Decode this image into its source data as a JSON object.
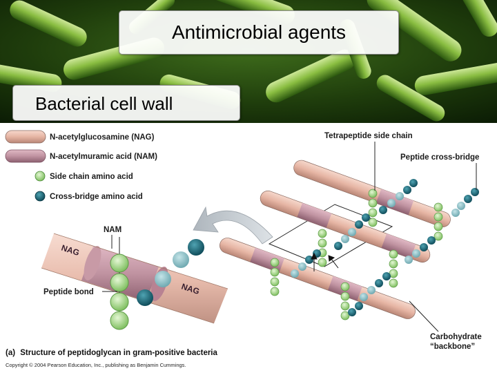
{
  "title": "Antimicrobial agents",
  "subtitle": "Bacterial cell wall",
  "legend": [
    {
      "label": "N-acetylglucosamine (NAG)",
      "color": "#ebbfb0"
    },
    {
      "label": "N-acetylmuramic acid (NAM)",
      "color": "#c99aa8"
    },
    {
      "label": "Side chain amino acid",
      "color": "#a8d890"
    },
    {
      "label": "Cross-bridge amino acid",
      "color": "#1e6f80"
    }
  ],
  "labels": {
    "tetrapeptide": "Tetrapeptide side chain",
    "cross_bridge": "Peptide cross-bridge",
    "nam": "NAM",
    "nag_1": "NAG",
    "nag_2": "NAG",
    "peptide_bond": "Peptide bond",
    "carbohydrate_1": "Carbohydrate",
    "carbohydrate_2": "“backbone”"
  },
  "caption_part": "(a)",
  "caption_text": "Structure of peptidoglycan in gram-positive bacteria",
  "copyright": "Copyright © 2004 Pearson Education, Inc., publishing as Benjamin Cummings.",
  "colors": {
    "nag": "#ebbfb0",
    "nam": "#c99aa8",
    "side_chain": "#a8d890",
    "cross_bridge": "#1e6f80",
    "cross_bridge_light": "#7fb8c0"
  }
}
